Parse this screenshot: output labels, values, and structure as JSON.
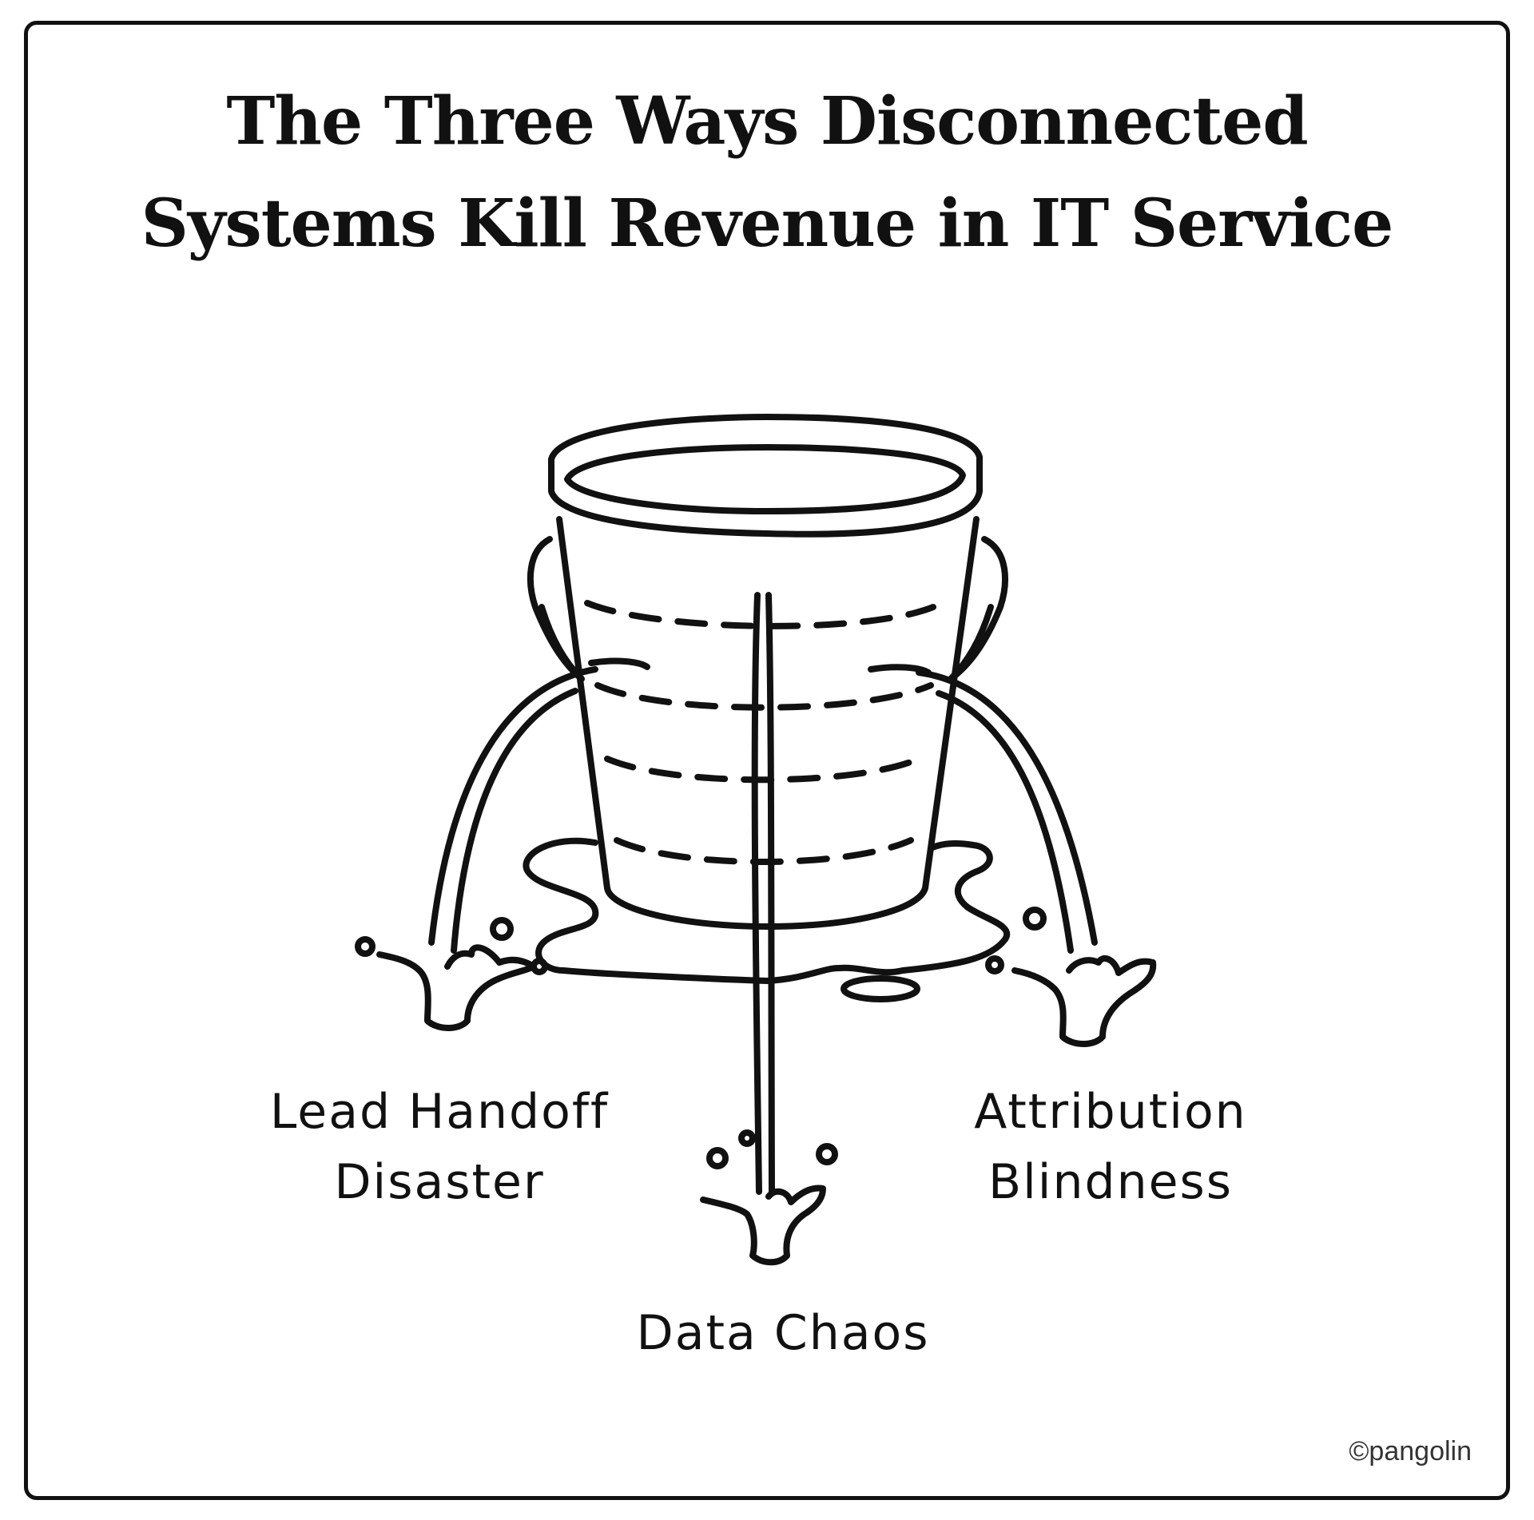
{
  "title": {
    "line1": "The Three Ways Disconnected",
    "line2": "Systems Kill Revenue in IT Service"
  },
  "leaks": [
    {
      "line1": "Lead Handoff",
      "line2": "Disaster"
    },
    {
      "line1": "Attribution",
      "line2": "Blindness"
    },
    {
      "line1": "Data Chaos"
    }
  ],
  "credit": "©pangolin",
  "colors": {
    "ink": "#111111",
    "background": "#ffffff"
  }
}
